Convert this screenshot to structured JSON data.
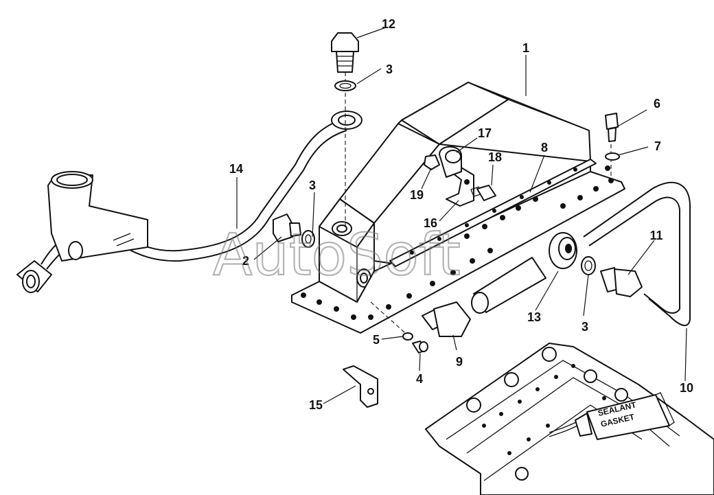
{
  "watermark": "AutoSoft",
  "sealant_tube": {
    "line1": "SEALANT",
    "line2": "GASKET"
  },
  "callouts": [
    {
      "id": "callout-1",
      "number": "1"
    },
    {
      "id": "callout-2",
      "number": "2"
    },
    {
      "id": "callout-3-top",
      "number": "3"
    },
    {
      "id": "callout-3-mid",
      "number": "3"
    },
    {
      "id": "callout-3-right",
      "number": "3"
    },
    {
      "id": "callout-4",
      "number": "4"
    },
    {
      "id": "callout-5",
      "number": "5"
    },
    {
      "id": "callout-6",
      "number": "6"
    },
    {
      "id": "callout-7",
      "number": "7"
    },
    {
      "id": "callout-8",
      "number": "8"
    },
    {
      "id": "callout-9",
      "number": "9"
    },
    {
      "id": "callout-10",
      "number": "10"
    },
    {
      "id": "callout-11",
      "number": "11"
    },
    {
      "id": "callout-12",
      "number": "12"
    },
    {
      "id": "callout-13",
      "number": "13"
    },
    {
      "id": "callout-14",
      "number": "14"
    },
    {
      "id": "callout-15",
      "number": "15"
    },
    {
      "id": "callout-16",
      "number": "16"
    },
    {
      "id": "callout-17",
      "number": "17"
    },
    {
      "id": "callout-18",
      "number": "18"
    },
    {
      "id": "callout-19",
      "number": "19"
    }
  ]
}
